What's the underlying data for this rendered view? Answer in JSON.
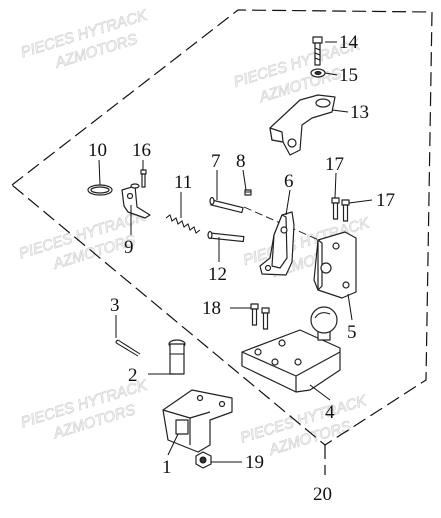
{
  "watermark": {
    "line1": "PIECES HYTRACK",
    "line2": "AZMOTORS"
  },
  "callouts": [
    {
      "id": "1",
      "label": "1"
    },
    {
      "id": "2",
      "label": "2"
    },
    {
      "id": "3",
      "label": "3"
    },
    {
      "id": "4",
      "label": "4"
    },
    {
      "id": "5",
      "label": "5"
    },
    {
      "id": "6",
      "label": "6"
    },
    {
      "id": "7",
      "label": "7"
    },
    {
      "id": "8",
      "label": "8"
    },
    {
      "id": "9",
      "label": "9"
    },
    {
      "id": "10",
      "label": "10"
    },
    {
      "id": "11",
      "label": "11"
    },
    {
      "id": "12",
      "label": "12"
    },
    {
      "id": "13",
      "label": "13"
    },
    {
      "id": "14",
      "label": "14"
    },
    {
      "id": "15",
      "label": "15"
    },
    {
      "id": "16",
      "label": "16"
    },
    {
      "id": "17a",
      "label": "17"
    },
    {
      "id": "17b",
      "label": "17"
    },
    {
      "id": "18",
      "label": "18"
    },
    {
      "id": "19",
      "label": "19"
    },
    {
      "id": "20",
      "label": "20"
    }
  ]
}
